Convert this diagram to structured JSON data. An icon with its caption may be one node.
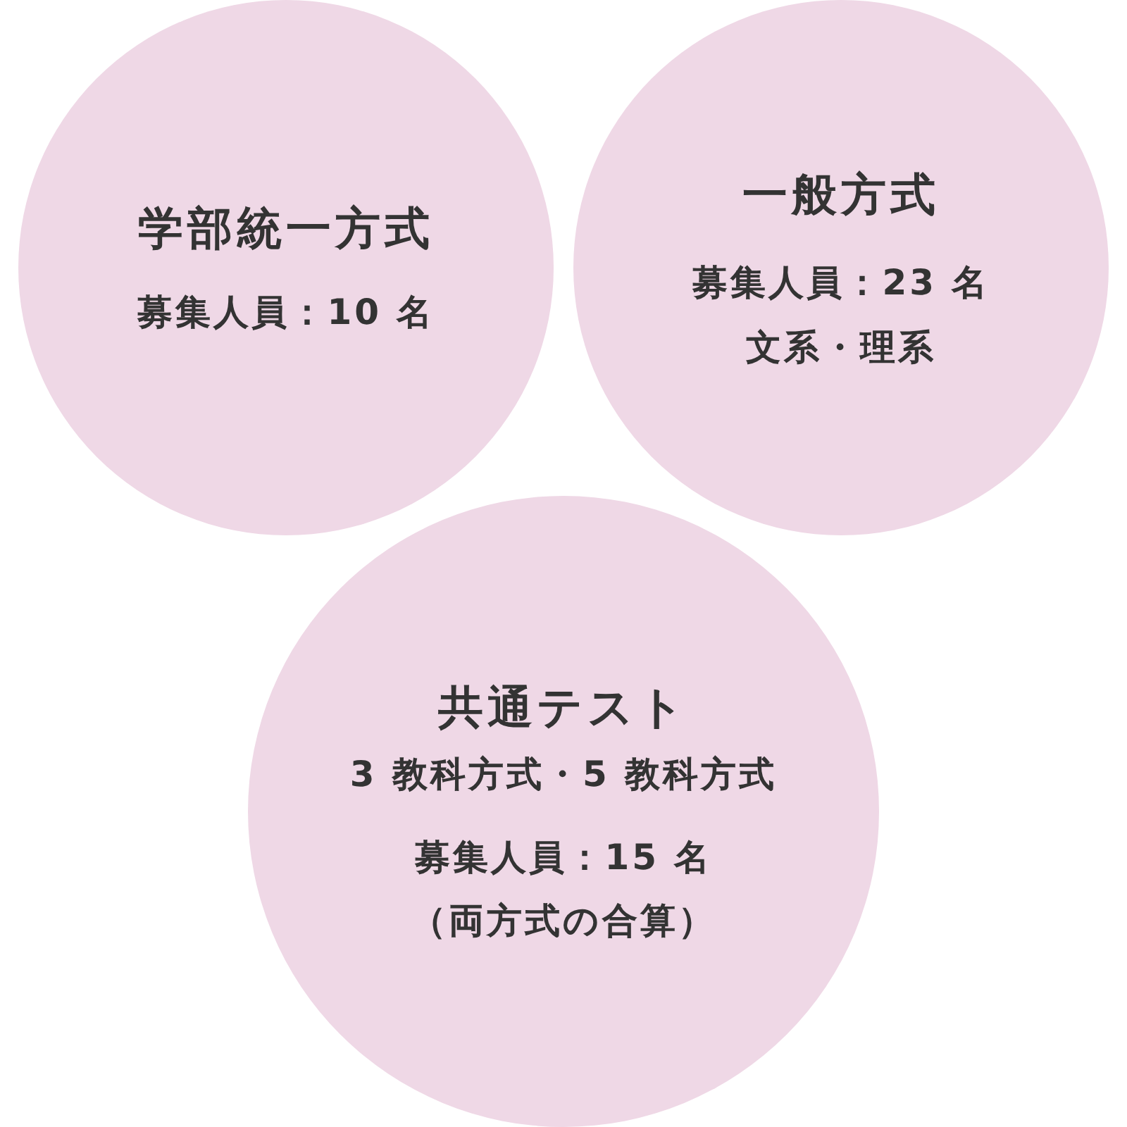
{
  "diagram": {
    "nodes": [
      {
        "text": [
          "学部統一方式",
          "募集人員：10 名"
        ]
      },
      {
        "text": [
          "一般方式",
          "募集人員：23 名",
          "文系・理系"
        ]
      },
      {
        "text": [
          "共通テスト",
          "3 教科方式・5 教科方式",
          "募集人員：15 名",
          "（両方式の合算）"
        ]
      }
    ]
  }
}
